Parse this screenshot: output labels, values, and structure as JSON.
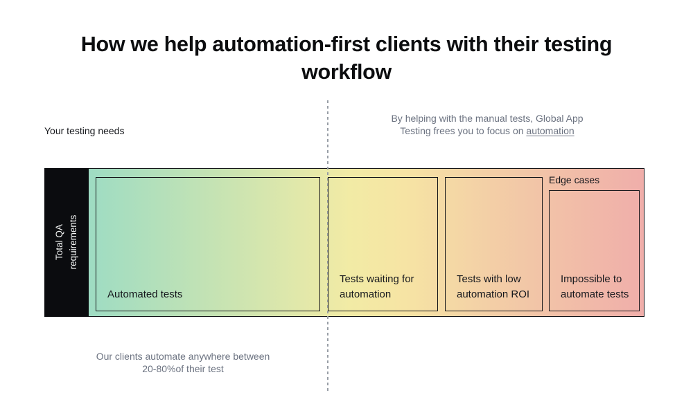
{
  "title": {
    "pre": "How we help ",
    "bold": "automation-first",
    "post": " clients with their testing workflow"
  },
  "annotations": {
    "left_label": "Your testing needs",
    "right_note": {
      "line1": "By helping with the manual tests, Global App",
      "line2_pre": "Testing frees you to focus on ",
      "line2_link": "automation"
    },
    "bottom_note": {
      "line1": "Our clients automate anywhere between",
      "line2": "20-80%of their test"
    }
  },
  "bar": {
    "axis_label": "Total QA requirements",
    "segments": [
      {
        "label": "Automated tests"
      },
      {
        "label": "Tests waiting for automation"
      },
      {
        "label": "Tests with low automation ROI"
      },
      {
        "label": "Impossible to automate tests",
        "group_label": "Edge cases"
      }
    ]
  },
  "colors": {
    "gradient_start": "#9edcc3",
    "gradient_green": "#cbe4b1",
    "gradient_yellow": "#f2eba5",
    "gradient_gold": "#f6e4a4",
    "gradient_orange": "#f3cfa6",
    "gradient_end": "#f0aeaa",
    "black_box": "#0b0c0f",
    "border": "#131418",
    "muted_text": "#6b7280",
    "dash": "#989ea6",
    "title_text": "#0c0d0f",
    "label_text": "#16181d"
  }
}
